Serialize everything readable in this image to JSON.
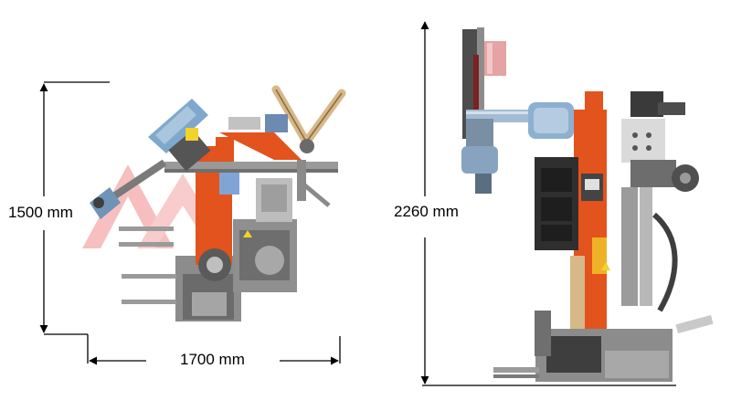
{
  "dimensions": {
    "top_view_height": "1500 mm",
    "top_view_width": "1700 mm",
    "side_view_height": "2260 mm"
  },
  "colors": {
    "machine_orange": "#e2531d",
    "machine_grey": "#8c8c8c",
    "dark_grey": "#4a4a4a",
    "light_grey": "#c9c9c9",
    "accent_blue": "#6fa3cf",
    "tan": "#d7b889",
    "warning_yellow": "#f3d22a",
    "watermark_red": "#f08a8a"
  },
  "icons": [
    "tire-changer-top-view",
    "tire-changer-side-view",
    "dimension-arrow"
  ]
}
